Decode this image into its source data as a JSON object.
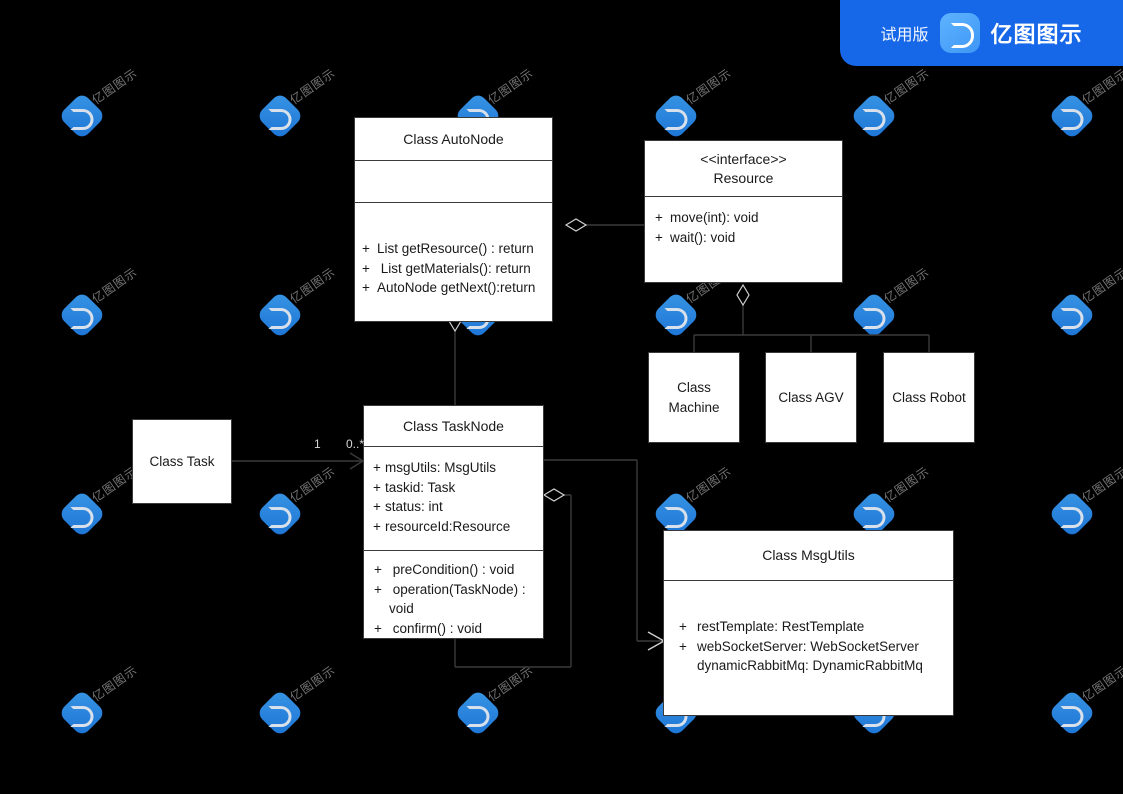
{
  "banner": {
    "trial_label": "试用版",
    "brand_label": "亿图图示",
    "logo_icon": "edraw-logo-icon",
    "bg_color": "#1768e8"
  },
  "watermark": {
    "text": "亿图图示",
    "logo_icon": "edraw-watermark-icon"
  },
  "canvas": {
    "background_color": "#000000",
    "box_fill": "#ffffff",
    "line_color": "#3a3a3a"
  },
  "diagram": {
    "type": "uml-class-diagram",
    "classes": [
      {
        "id": "autonode",
        "title": "Class AutoNode",
        "attributes": [],
        "methods": [
          {
            "vis": "+",
            "text": "List getResource() : return"
          },
          {
            "vis": "+",
            "text": " List getMaterials(): return"
          },
          {
            "vis": "+",
            "text": "AutoNode getNext():return"
          }
        ]
      },
      {
        "id": "resource",
        "stereotype": "<<interface>>",
        "title": "Resource",
        "methods": [
          {
            "vis": "+",
            "text": "move(int): void"
          },
          {
            "vis": "+",
            "text": "wait(): void"
          }
        ]
      },
      {
        "id": "machine",
        "title": "Class\nMachine"
      },
      {
        "id": "agv",
        "title": "Class AGV"
      },
      {
        "id": "robot",
        "title": "Class Robot"
      },
      {
        "id": "task",
        "title": "Class Task"
      },
      {
        "id": "tasknode",
        "title": "Class TaskNode",
        "attributes": [
          {
            "vis": "+",
            "text": "msgUtils: MsgUtils"
          },
          {
            "vis": "+",
            "text": "taskid: Task"
          },
          {
            "vis": "+",
            "text": "status: int"
          },
          {
            "vis": "+",
            "text": "resourceId:Resource"
          }
        ],
        "methods": [
          {
            "vis": "+",
            "text": " preCondition() : void"
          },
          {
            "vis": "+",
            "text": " operation(TaskNode) : void"
          },
          {
            "vis": "+",
            "text": " confirm() : void"
          }
        ]
      },
      {
        "id": "msgutils",
        "title": "Class MsgUtils",
        "attributes": [
          {
            "vis": "+",
            "text": "restTemplate: RestTemplate"
          },
          {
            "vis": "+",
            "text": "webSocketServer: WebSocketServer"
          },
          {
            "vis": "",
            "text": "dynamicRabbitMq: DynamicRabbitMq"
          }
        ]
      }
    ],
    "multiplicities": [
      {
        "id": "task-end",
        "label": "1"
      },
      {
        "id": "tasknode-end",
        "label": "0..*"
      }
    ],
    "relations": [
      {
        "from": "autonode",
        "to": "resource",
        "kind": "aggregation"
      },
      {
        "from": "autonode",
        "to": "tasknode",
        "kind": "aggregation"
      },
      {
        "from": "resource",
        "to": "machine",
        "kind": "generalization"
      },
      {
        "from": "resource",
        "to": "agv",
        "kind": "generalization"
      },
      {
        "from": "resource",
        "to": "robot",
        "kind": "generalization"
      },
      {
        "from": "task",
        "to": "tasknode",
        "kind": "association"
      },
      {
        "from": "tasknode",
        "to": "tasknode",
        "kind": "self-aggregation"
      },
      {
        "from": "tasknode",
        "to": "msgutils",
        "kind": "dependency"
      }
    ]
  }
}
